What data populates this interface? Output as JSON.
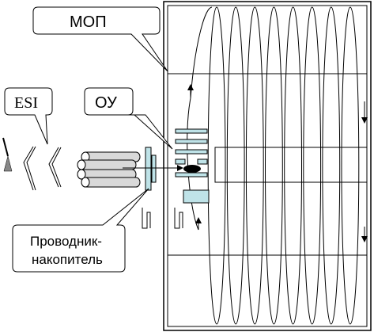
{
  "labels": {
    "mop": "МОП",
    "esi": "ESI",
    "ou": "ОУ",
    "guide_line1": "Проводник-",
    "guide_line2": "накопитель"
  },
  "colors": {
    "stroke": "#000000",
    "component_fill": "#bfe3e8",
    "background": "#ffffff"
  },
  "spiral_loops": 8
}
